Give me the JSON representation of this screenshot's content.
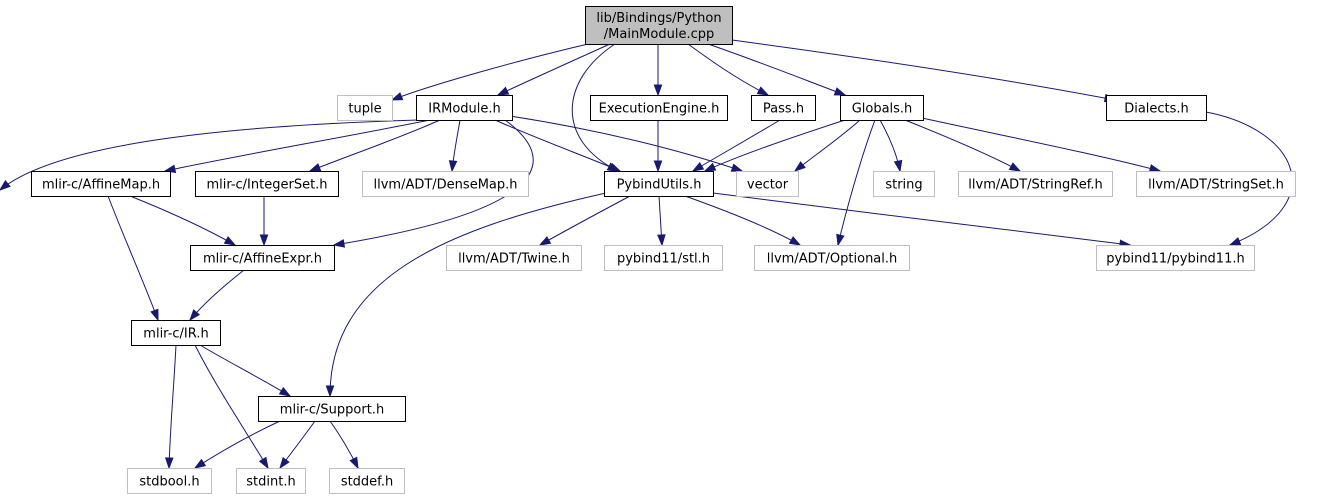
{
  "colors": {
    "edge": "#191970",
    "root_fill": "#bfbfbf",
    "documented_border": "#000000",
    "undocumented_border": "#bfbfbf",
    "background": "#ffffff"
  },
  "nodes": {
    "root": {
      "lines": [
        "lib/Bindings/Python",
        "/MainModule.cpp"
      ],
      "kind": "root"
    },
    "tuple": {
      "lines": [
        "tuple"
      ],
      "kind": "external"
    },
    "irmodule": {
      "lines": [
        "IRModule.h"
      ],
      "kind": "file"
    },
    "execengine": {
      "lines": [
        "ExecutionEngine.h"
      ],
      "kind": "file"
    },
    "pass": {
      "lines": [
        "Pass.h"
      ],
      "kind": "file"
    },
    "globals": {
      "lines": [
        "Globals.h"
      ],
      "kind": "file"
    },
    "dialects": {
      "lines": [
        "Dialects.h"
      ],
      "kind": "file"
    },
    "affinemap": {
      "lines": [
        "mlir-c/AffineMap.h"
      ],
      "kind": "file"
    },
    "integerset": {
      "lines": [
        "mlir-c/IntegerSet.h"
      ],
      "kind": "file"
    },
    "densemap": {
      "lines": [
        "llvm/ADT/DenseMap.h"
      ],
      "kind": "external"
    },
    "pybindutils": {
      "lines": [
        "PybindUtils.h"
      ],
      "kind": "file"
    },
    "vector": {
      "lines": [
        "vector"
      ],
      "kind": "external"
    },
    "string": {
      "lines": [
        "string"
      ],
      "kind": "external"
    },
    "stringref": {
      "lines": [
        "llvm/ADT/StringRef.h"
      ],
      "kind": "external"
    },
    "stringset": {
      "lines": [
        "llvm/ADT/StringSet.h"
      ],
      "kind": "external"
    },
    "affineexpr": {
      "lines": [
        "mlir-c/AffineExpr.h"
      ],
      "kind": "file"
    },
    "twine": {
      "lines": [
        "llvm/ADT/Twine.h"
      ],
      "kind": "external"
    },
    "pybind_stl": {
      "lines": [
        "pybind11/stl.h"
      ],
      "kind": "external"
    },
    "optional": {
      "lines": [
        "llvm/ADT/Optional.h"
      ],
      "kind": "external"
    },
    "pybind11": {
      "lines": [
        "pybind11/pybind11.h"
      ],
      "kind": "external"
    },
    "ir": {
      "lines": [
        "mlir-c/IR.h"
      ],
      "kind": "file"
    },
    "support": {
      "lines": [
        "mlir-c/Support.h"
      ],
      "kind": "file"
    },
    "stdbool": {
      "lines": [
        "stdbool.h"
      ],
      "kind": "external"
    },
    "stdint": {
      "lines": [
        "stdint.h"
      ],
      "kind": "external"
    },
    "stddef": {
      "lines": [
        "stddef.h"
      ],
      "kind": "external"
    }
  },
  "edges": [
    [
      "root",
      "tuple"
    ],
    [
      "root",
      "irmodule"
    ],
    [
      "root",
      "pybindutils"
    ],
    [
      "root",
      "execengine"
    ],
    [
      "root",
      "pass"
    ],
    [
      "root",
      "globals"
    ],
    [
      "root",
      "dialects"
    ],
    [
      "irmodule",
      "affinemap"
    ],
    [
      "irmodule",
      "integerset"
    ],
    [
      "irmodule",
      "densemap"
    ],
    [
      "irmodule",
      "pybindutils"
    ],
    [
      "irmodule",
      "vector"
    ],
    [
      "irmodule",
      "affineexpr"
    ],
    [
      "irmodule",
      "ir"
    ],
    [
      "execengine",
      "pybindutils"
    ],
    [
      "pass",
      "pybindutils"
    ],
    [
      "globals",
      "pybindutils"
    ],
    [
      "globals",
      "vector"
    ],
    [
      "globals",
      "string"
    ],
    [
      "globals",
      "stringref"
    ],
    [
      "globals",
      "stringset"
    ],
    [
      "globals",
      "optional"
    ],
    [
      "dialects",
      "pybind11"
    ],
    [
      "affinemap",
      "affineexpr"
    ],
    [
      "affinemap",
      "ir"
    ],
    [
      "integerset",
      "affineexpr"
    ],
    [
      "affineexpr",
      "ir"
    ],
    [
      "pybindutils",
      "twine"
    ],
    [
      "pybindutils",
      "pybind_stl"
    ],
    [
      "pybindutils",
      "optional"
    ],
    [
      "pybindutils",
      "pybind11"
    ],
    [
      "pybindutils",
      "support"
    ],
    [
      "ir",
      "support"
    ],
    [
      "ir",
      "stdbool"
    ],
    [
      "ir",
      "stdint"
    ],
    [
      "support",
      "stdbool"
    ],
    [
      "support",
      "stdint"
    ],
    [
      "support",
      "stddef"
    ]
  ]
}
